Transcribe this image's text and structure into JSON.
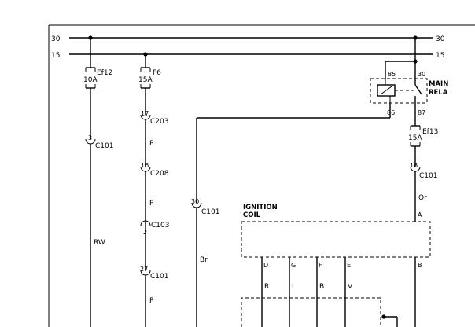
{
  "rails": {
    "left_top": "30",
    "left_bottom": "15",
    "right_top": "30",
    "right_bottom": "15"
  },
  "fuses": {
    "ef12": {
      "id": "Ef12",
      "rating": "10A"
    },
    "f6": {
      "id": "F6",
      "rating": "15A"
    },
    "ef13": {
      "id": "Ef13",
      "rating": "15A"
    }
  },
  "connectors": {
    "c101_a": {
      "pin": "3",
      "name": "C101"
    },
    "c203": {
      "pin": "17",
      "name": "C203"
    },
    "c208": {
      "pin": "16",
      "name": "C208"
    },
    "c103": {
      "pin": "2",
      "name": "C103"
    },
    "c101_b": {
      "pin": "27",
      "name": "C101"
    },
    "c101_c": {
      "pin": "30",
      "name": "C101"
    },
    "c101_d": {
      "pin": "18",
      "name": "C101"
    }
  },
  "wire_colors": {
    "rw": "RW",
    "p1": "P",
    "p2": "P",
    "p3": "P",
    "br": "Br",
    "or": "Or",
    "r": "R",
    "l": "L",
    "b_mid": "B",
    "v": "V",
    "b_right": "B"
  },
  "relay": {
    "pin85": "85",
    "pin30": "30",
    "pin86": "86",
    "pin87": "87",
    "label1": "MAIN",
    "label2": "RELA"
  },
  "coil": {
    "label1": "IGNITION",
    "label2": "COIL",
    "pin_d": "D",
    "pin_g": "G",
    "pin_f": "F",
    "pin_e": "E",
    "pin_a": "A",
    "pin_b": "B"
  }
}
